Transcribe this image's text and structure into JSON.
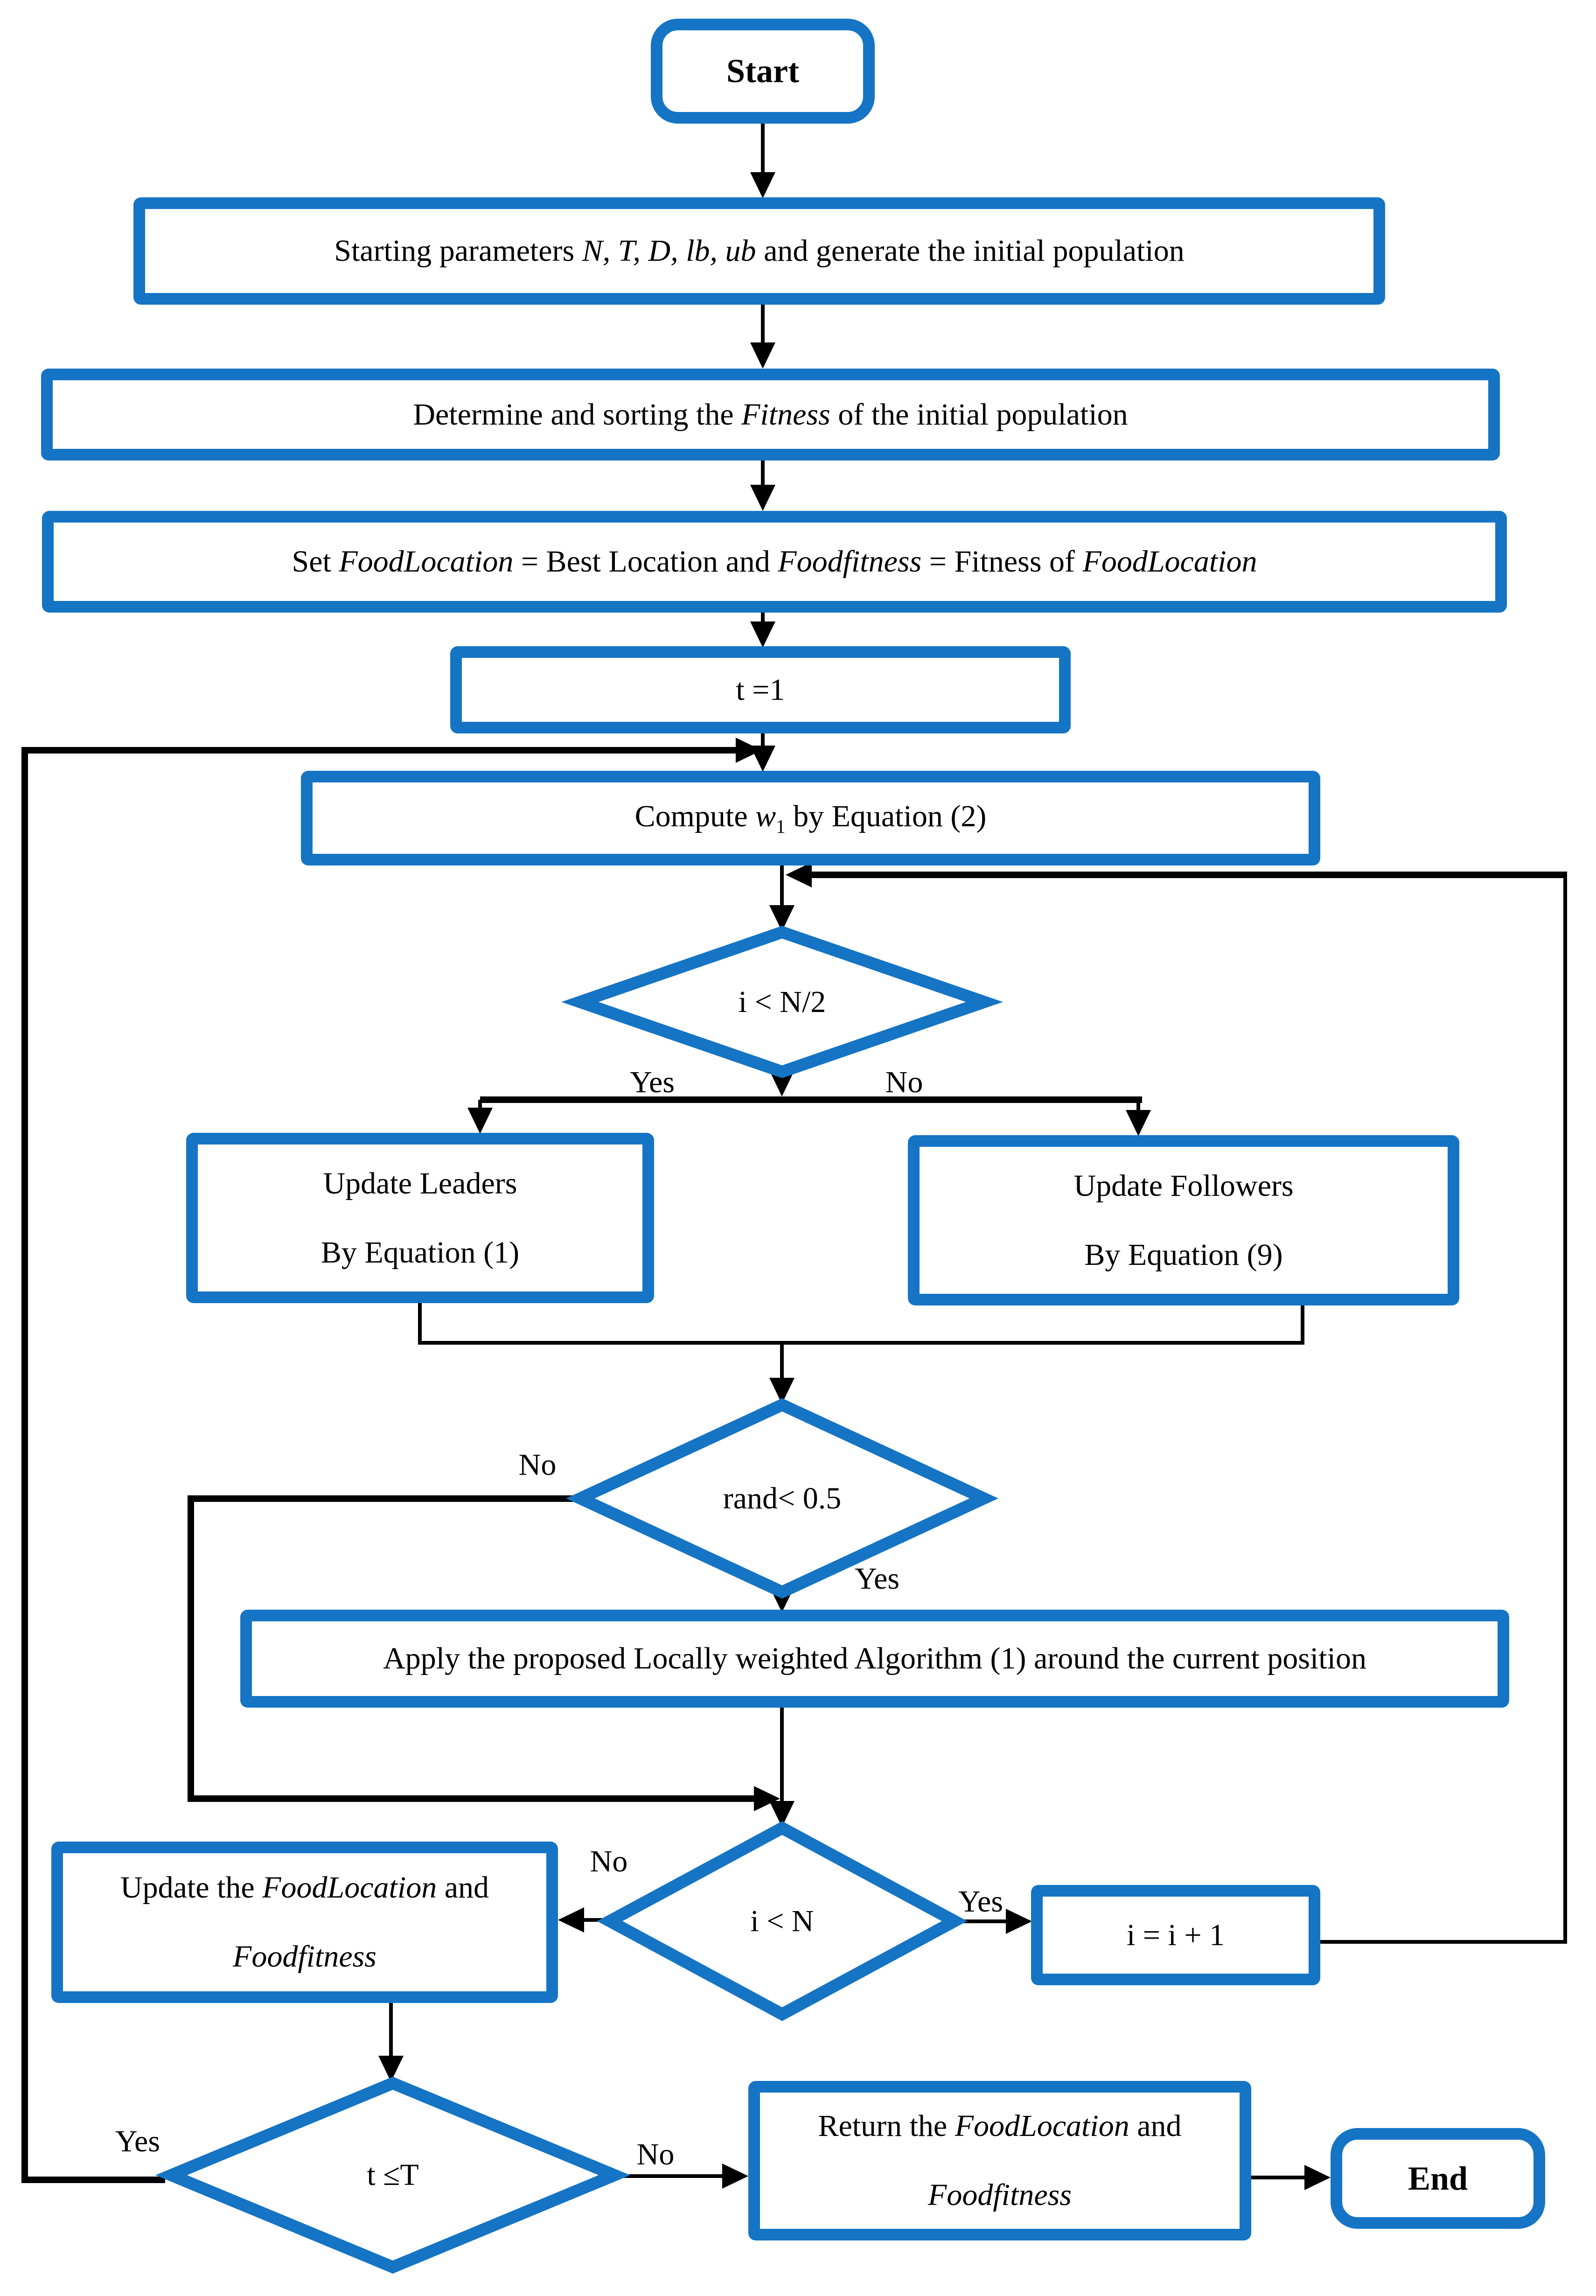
{
  "palette": {
    "accent_blue": "#1574C4",
    "line_black": "#000000",
    "background": "#FFFFFF"
  },
  "nodes": {
    "start": {
      "label": "Start"
    },
    "init": {
      "p1": "Starting parameters ",
      "vars": "N, T, D, lb, ub",
      "p2": " and generate the initial population"
    },
    "fitness": {
      "p1": "Determine and sorting the ",
      "italic": "Fitness",
      "p2": " of the initial population"
    },
    "set_food": {
      "p1": "Set ",
      "i1": "FoodLocation",
      "p2": " = Best Location and ",
      "i2": "Foodfitness",
      "p3": " = Fitness of ",
      "i3": "FoodLocation"
    },
    "t_init": {
      "label": "t =1"
    },
    "compute_w1": {
      "p1": "Compute ",
      "var": "w",
      "sub": "1",
      "p2": " by Equation (2)"
    },
    "decision_half": {
      "label": "i < N/2"
    },
    "update_leaders": {
      "line1": "Update Leaders",
      "line2": "By Equation (1)"
    },
    "update_followers": {
      "line1": "Update Followers",
      "line2": "By Equation (9)"
    },
    "decision_rand": {
      "label": "rand< 0.5"
    },
    "apply_lw": {
      "label": "Apply the proposed Locally weighted Algorithm (1) around the current position"
    },
    "decision_i_n": {
      "label": "i < N"
    },
    "update_food": {
      "p1": "Update the ",
      "i1": "FoodLocation",
      "p2": " and",
      "line2": "Foodfitness"
    },
    "increment": {
      "label": "i = i + 1"
    },
    "decision_t": {
      "label": "t ≤T"
    },
    "return_food": {
      "p1": "Return the ",
      "i1": "FoodLocation",
      "p2": " and",
      "line2": "Foodfitness"
    },
    "end": {
      "label": "End"
    }
  },
  "edge_labels": {
    "half_yes": "Yes",
    "half_no": "No",
    "rand_no": "No",
    "rand_yes": "Yes",
    "i_n_no": "No",
    "i_n_yes": "Yes",
    "t_yes": "Yes",
    "t_no": "No"
  }
}
